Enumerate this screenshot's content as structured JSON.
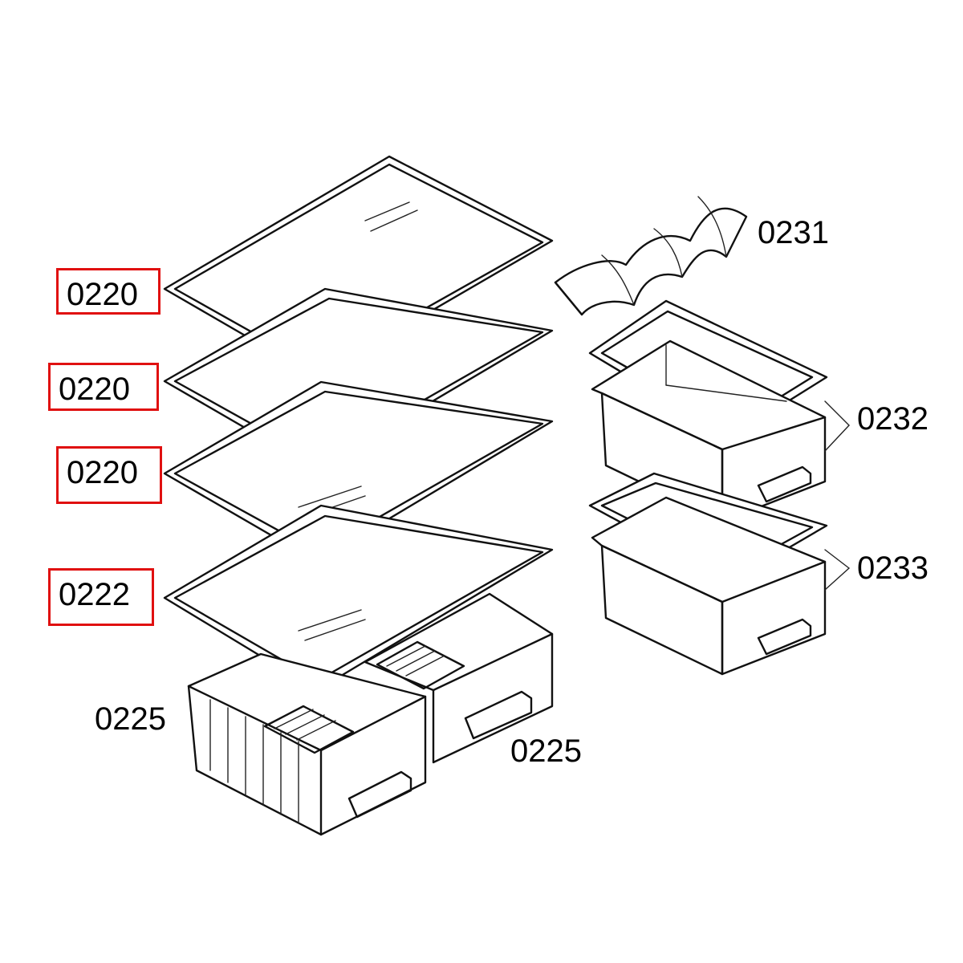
{
  "labels": {
    "shelf_1": "0220",
    "shelf_2": "0220",
    "shelf_3": "0220",
    "shelf_4": "0222",
    "drawer_left": "0225",
    "drawer_right": "0225",
    "bottle_holder": "0231",
    "drawer_upper": "0232",
    "drawer_lower": "0233"
  },
  "colors": {
    "highlight_box": "#e01010",
    "line": "#111111",
    "background": "#ffffff"
  }
}
